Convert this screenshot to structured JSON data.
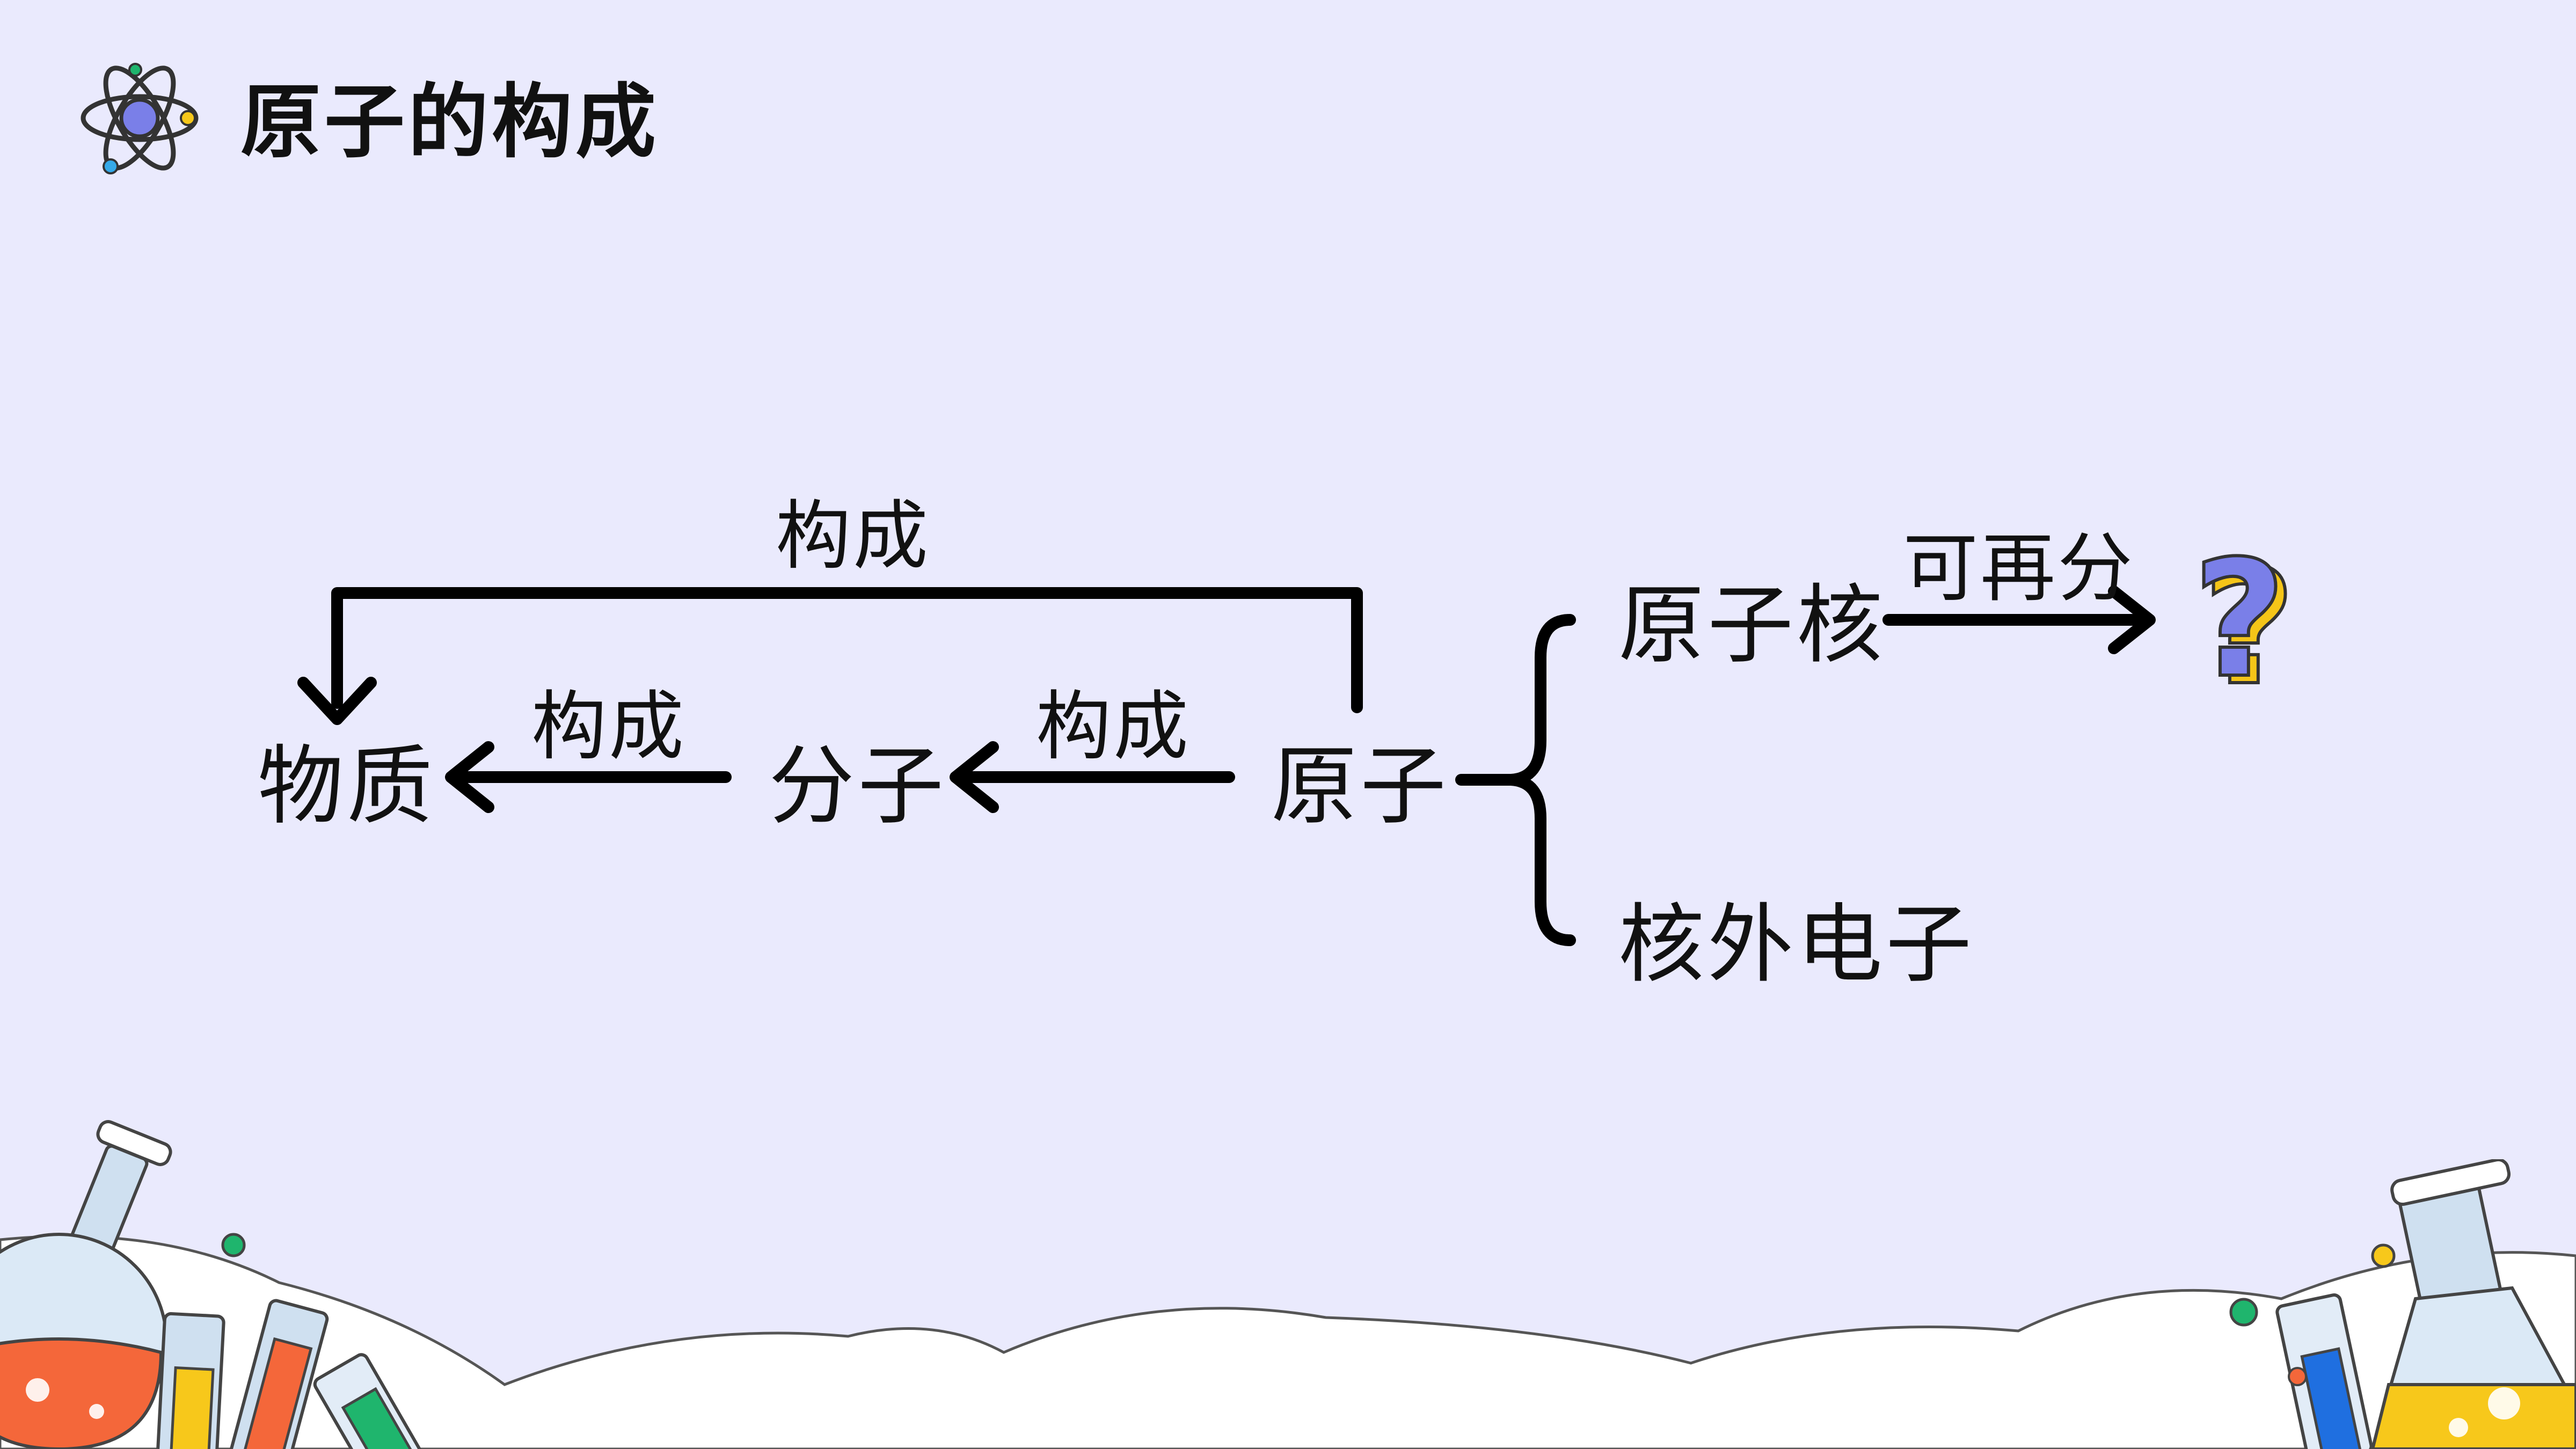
{
  "title": "原子的构成",
  "nodes": {
    "matter": "物质",
    "molecule": "分子",
    "atom": "原子",
    "nucleus": "原子核",
    "electrons": "核外电子"
  },
  "edges": {
    "atom_to_matter": "构成",
    "molecule_to_matter": "构成",
    "atom_to_molecule": "构成",
    "nucleus_divisible": "可再分"
  },
  "unknown_mark": "?",
  "colors": {
    "background": "#eaeafd",
    "line": "#000000",
    "question_fill": "#7a7fe8",
    "question_shadow": "#f5c518",
    "orange_liquid": "#f4673a",
    "yellow_liquid": "#f7c81b",
    "green_liquid": "#1fb56d",
    "blue_liquid": "#1f6fe0",
    "glass": "#cfe0f0"
  },
  "icons": [
    "atom-icon",
    "question-mark-icon",
    "flask-icon",
    "test-tube-icon",
    "bubble-icon"
  ]
}
